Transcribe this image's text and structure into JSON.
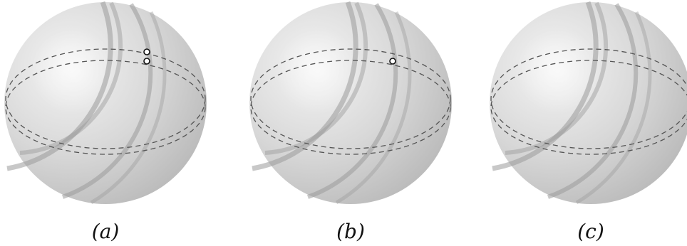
{
  "figure": {
    "panels": [
      {
        "id": "a",
        "label": "(a)",
        "marked_points": 2
      },
      {
        "id": "b",
        "label": "(b)",
        "marked_points": 1
      },
      {
        "id": "c",
        "label": "(c)",
        "marked_points": 0
      }
    ]
  },
  "colors": {
    "sphere_highlight": "#f4f4f4",
    "sphere_mid": "#d8d8d8",
    "sphere_shadow": "#b9b9b9",
    "great_circle": "#9a9a9a",
    "dashed_circle": "#555555",
    "point_stroke": "#111111",
    "point_fill": "#ffffff"
  }
}
